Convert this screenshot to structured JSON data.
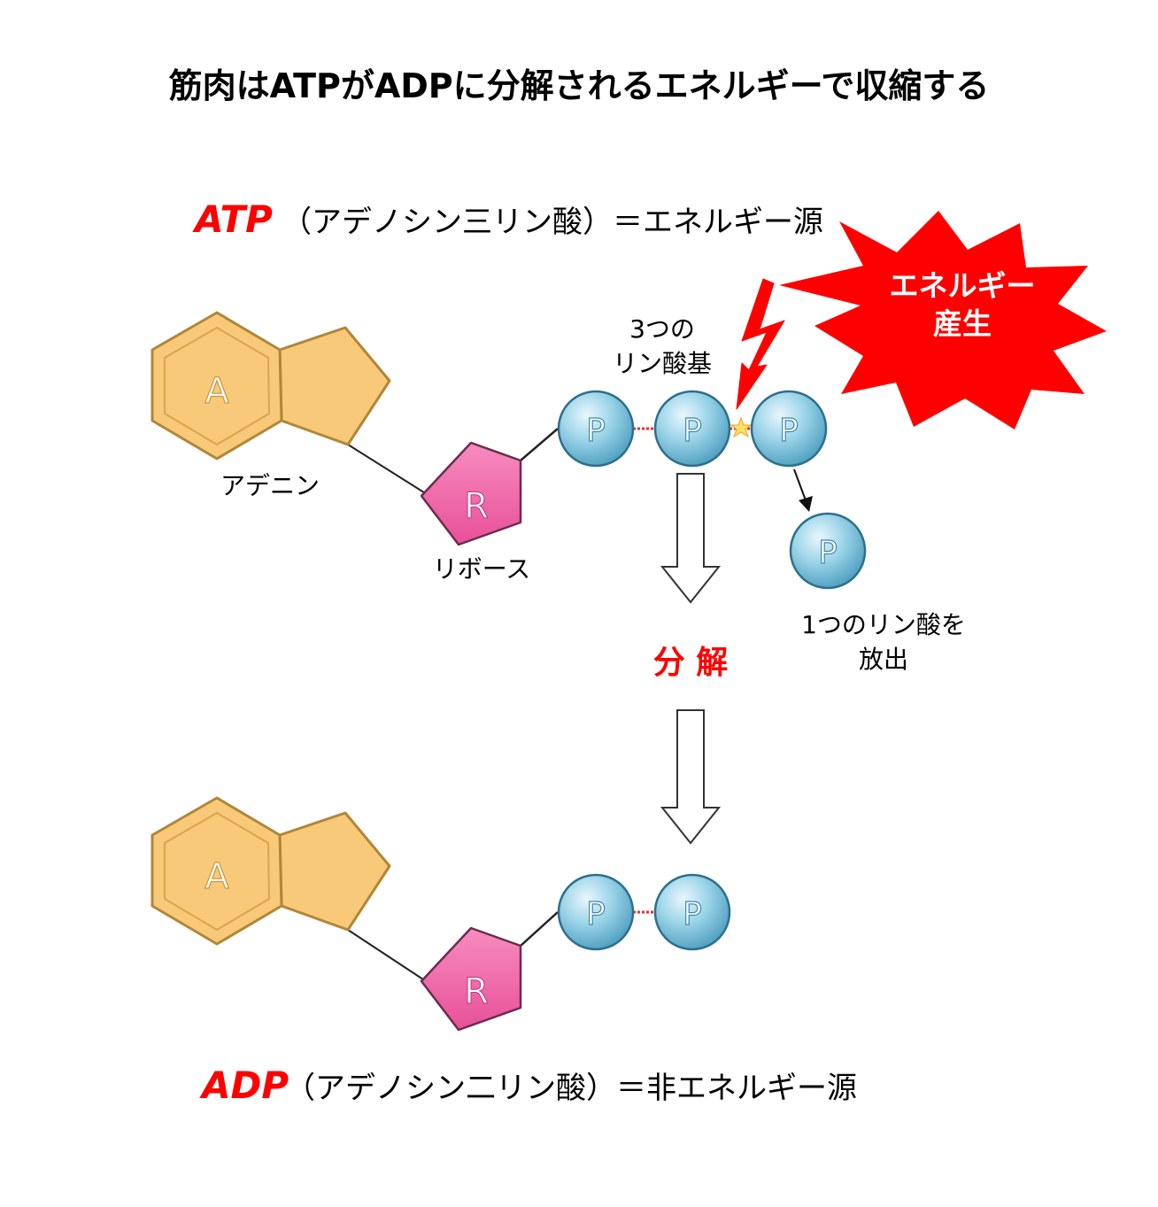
{
  "title": "筋肉はATPがADPに分解されるエネルギーで収縮する",
  "atp": {
    "abbr": "ATP",
    "description": "（アデノシン三リン酸）＝エネルギー源",
    "adenine_letter": "A",
    "ribose_letter": "R",
    "phosphate_letter": "P",
    "adenine_label": "アデニン",
    "ribose_label": "リボース",
    "phosphate_group_label": [
      "3つの",
      "リン酸基"
    ]
  },
  "burst": {
    "lines": [
      "エネルギー",
      "産生"
    ]
  },
  "released": {
    "label": [
      "1つのリン酸を",
      "放出"
    ]
  },
  "process": {
    "label": "分 解"
  },
  "adp": {
    "abbr": "ADP",
    "description": "（アデノシン二リン酸）＝非エネルギー源",
    "adenine_letter": "A",
    "ribose_letter": "R",
    "phosphate_letter": "P"
  },
  "colors": {
    "accent_red": "#ff0000",
    "adenine_fill": "#f8c978",
    "adenine_stroke": "#b08738",
    "ribose_fill": "#f06ca8",
    "phosphate_fill": "#7ec4dc",
    "bond_red": "#e83030"
  }
}
